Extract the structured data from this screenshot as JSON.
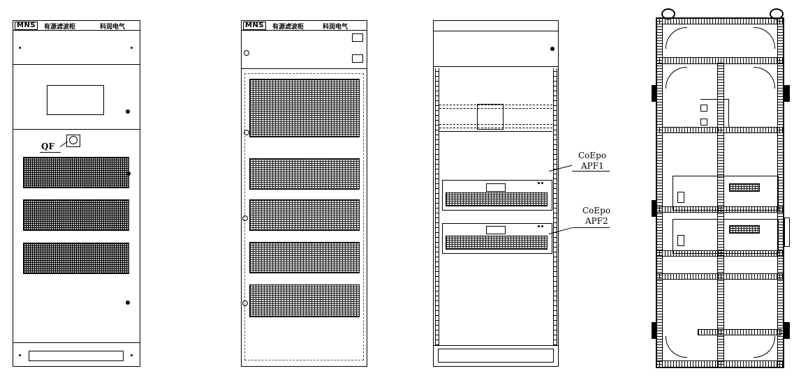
{
  "cabinet1": {
    "logo": "MNS",
    "product": "有源滤波柜",
    "brand": "科润电气",
    "breaker_label": "QF"
  },
  "cabinet2": {
    "logo": "MNS",
    "product": "有源滤波柜",
    "brand": "科润电气"
  },
  "cabinet3": {
    "module1": {
      "line1": "CoEpo",
      "line2": "APF1"
    },
    "module2": {
      "line1": "CoEpo",
      "line2": "APF2"
    }
  }
}
